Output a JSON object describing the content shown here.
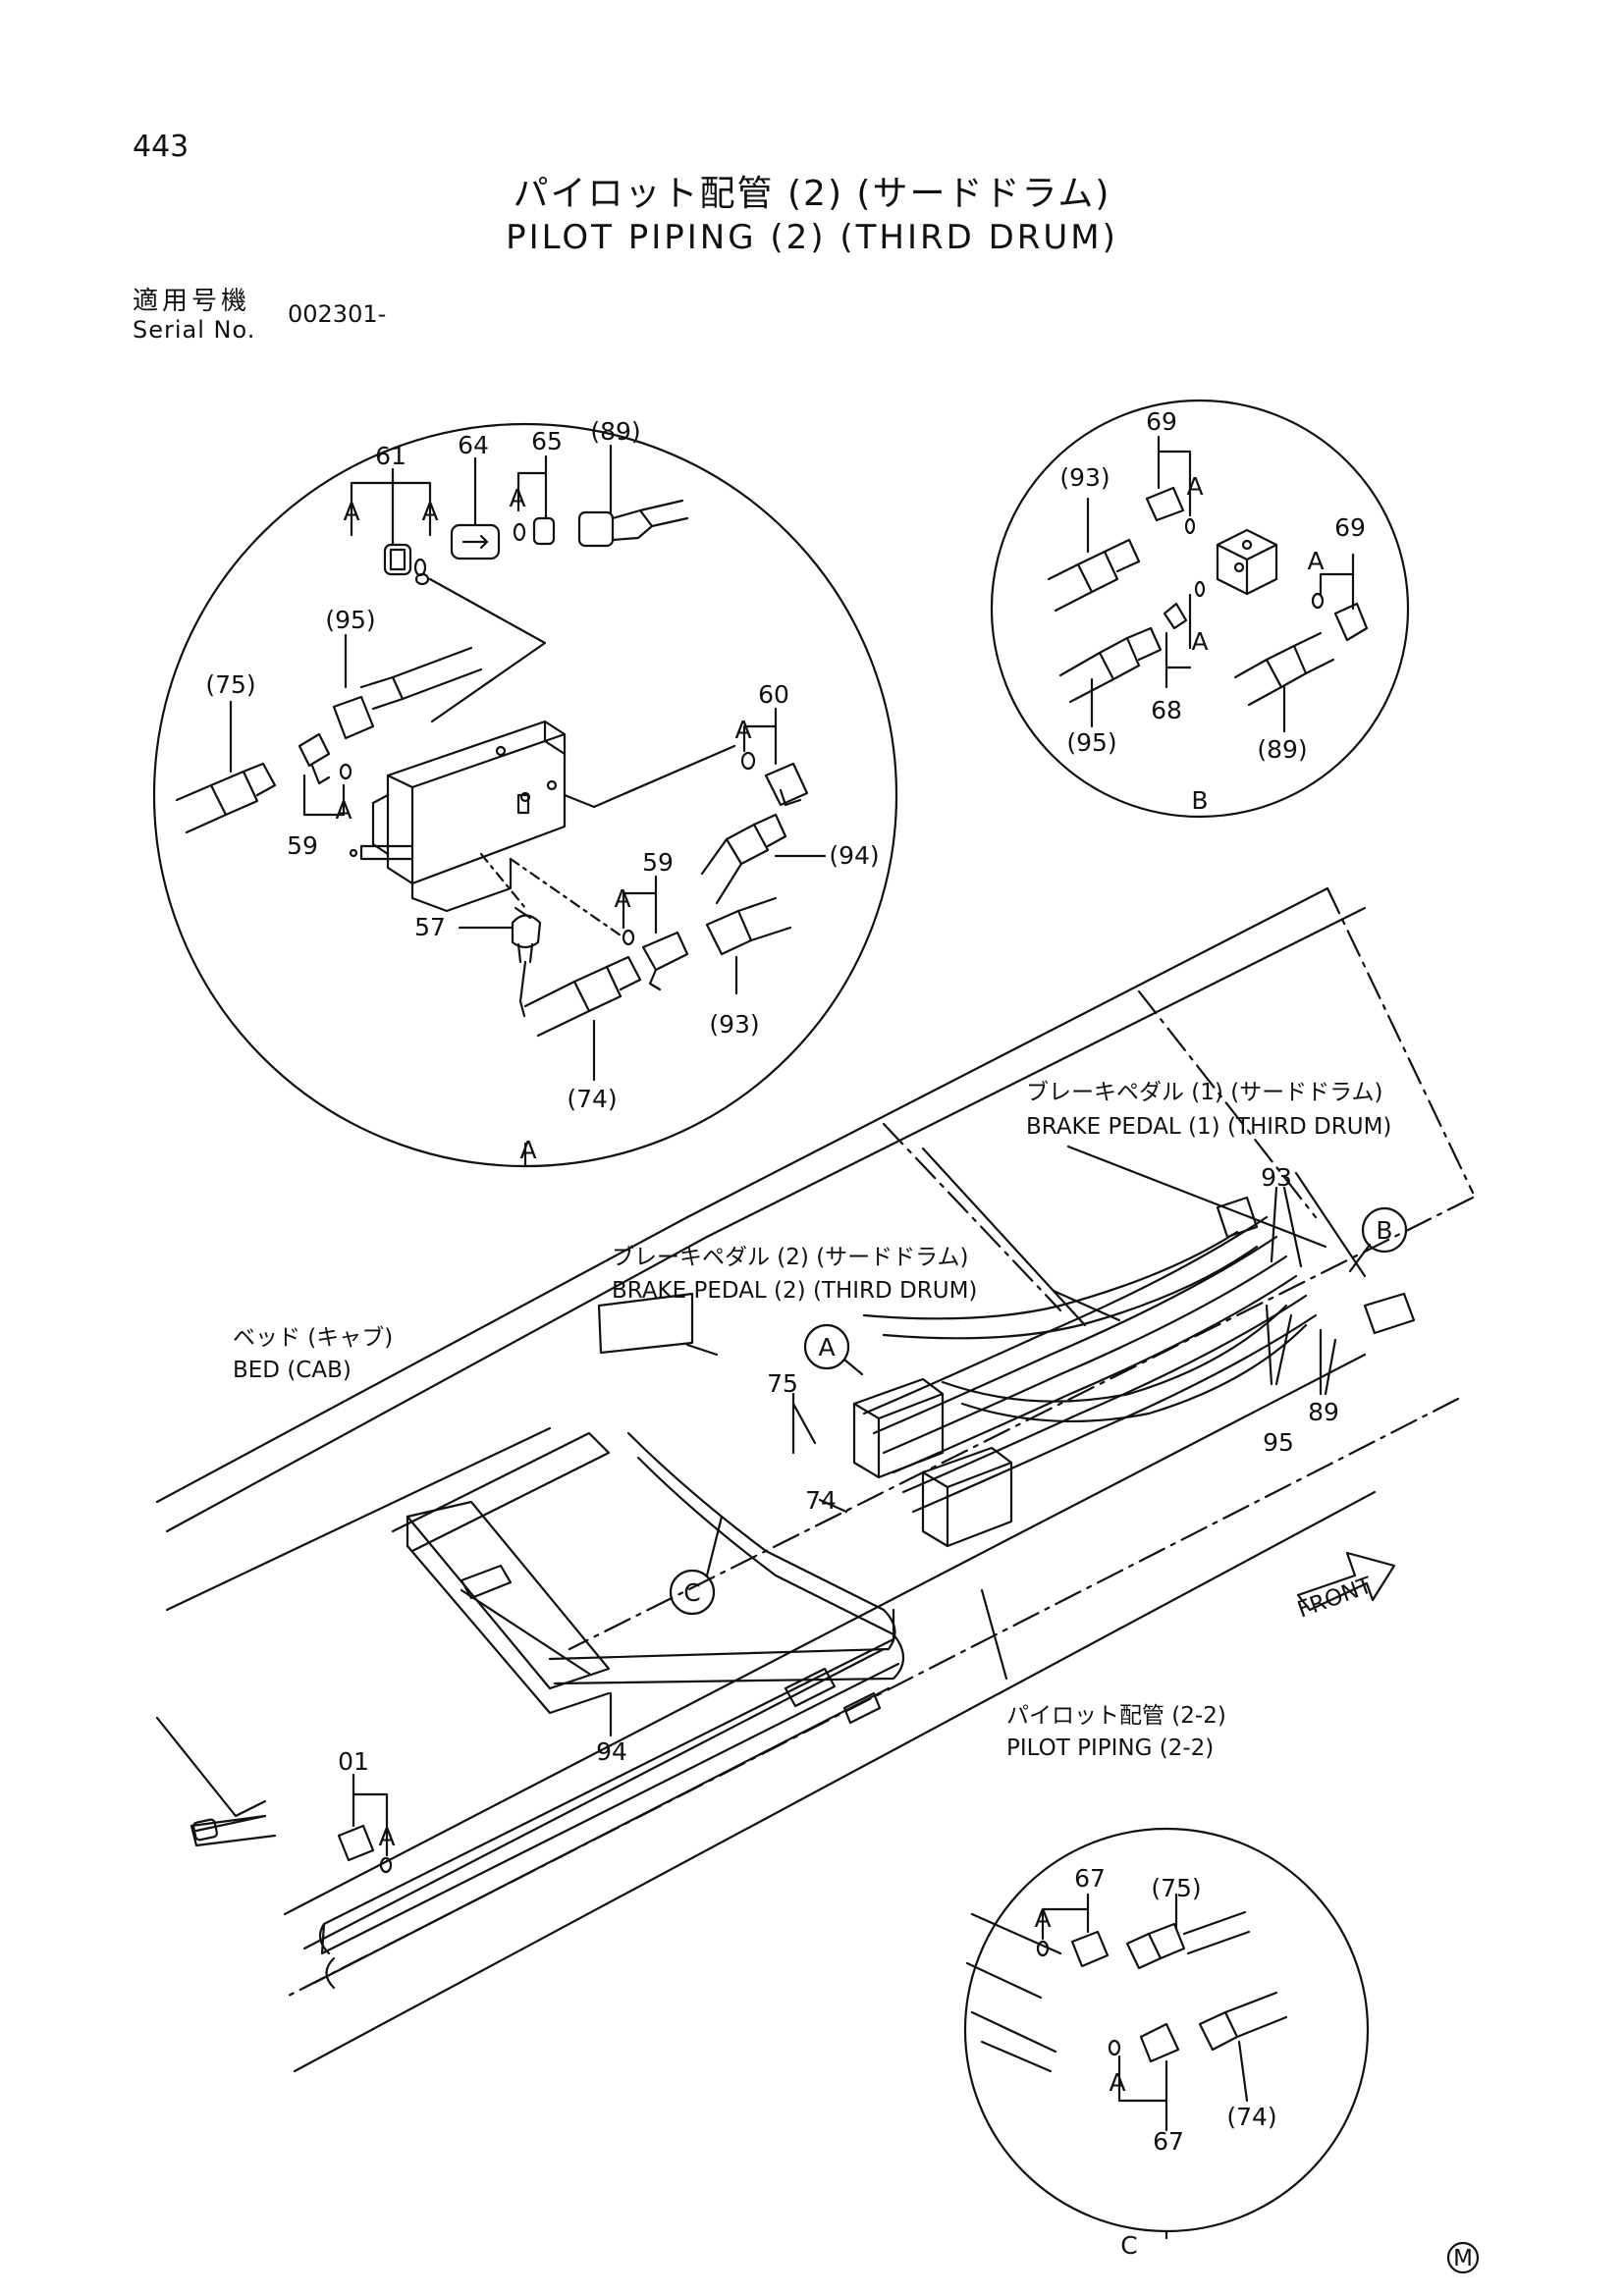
{
  "header": {
    "page_number": "443",
    "title_jp": "パイロット配管 (2) (サードドラム)",
    "title_en": "PILOT PIPING (2) (THIRD DRUM)",
    "serial_label_jp": "適用号機",
    "serial_label_en": "Serial No.",
    "serial_value": "002301-"
  },
  "detail_a": {
    "marker": "A",
    "callouts": [
      "61",
      "64",
      "65",
      "(89)",
      "(95)",
      "(75)",
      "60",
      "59",
      "59",
      "(94)",
      "57",
      "(93)",
      "(74)"
    ],
    "o_ring_mark": "A"
  },
  "detail_b": {
    "marker": "B",
    "callouts": [
      "69",
      "(93)",
      "69",
      "68",
      "(95)",
      "(89)"
    ],
    "o_ring_mark": "A"
  },
  "detail_c": {
    "marker": "C",
    "callouts": [
      "67",
      "(75)",
      "67",
      "(74)"
    ],
    "o_ring_mark": "A"
  },
  "main_view": {
    "brake_pedal_1_jp": "ブレーキペダル (1) (サードドラム)",
    "brake_pedal_1_en": "BRAKE PEDAL (1) (THIRD DRUM)",
    "brake_pedal_2_jp": "ブレーキペダル (2) (サードドラム)",
    "brake_pedal_2_en": "BRAKE PEDAL (2) (THIRD DRUM)",
    "bed_jp": "ベッド (キャブ)",
    "bed_en": "BED (CAB)",
    "pilot_piping_jp": "パイロット配管 (2-2)",
    "pilot_piping_en": "PILOT PIPING (2-2)",
    "front_label": "FRONT",
    "circle_a": "A",
    "circle_b": "B",
    "circle_c": "C",
    "callouts": [
      "93",
      "89",
      "95",
      "75",
      "74",
      "94",
      "01"
    ],
    "o_ring_mark": "A",
    "corner_mark": "M"
  }
}
